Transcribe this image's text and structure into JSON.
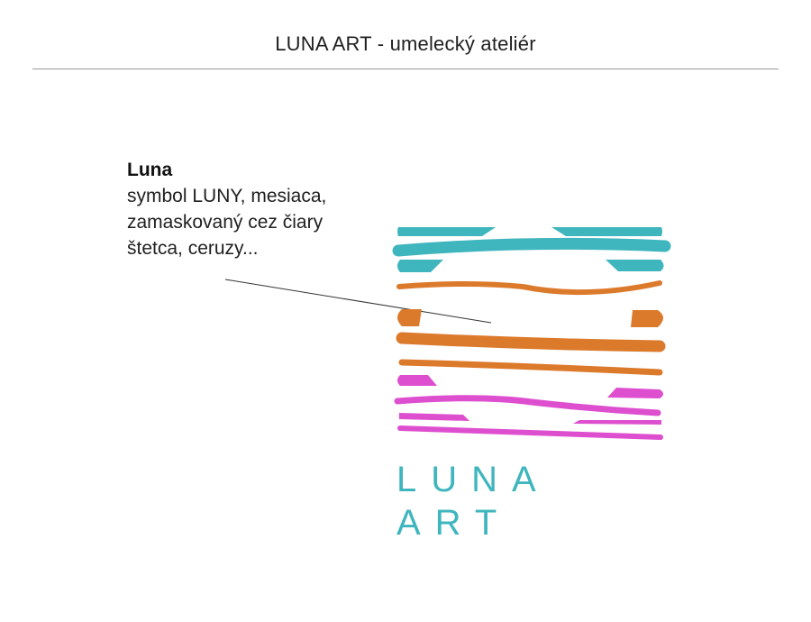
{
  "page": {
    "title": "LUNA ART - umelecký ateliér"
  },
  "annotation": {
    "heading": "Luna",
    "lines": [
      "symbol LUNY, mesiaca,",
      "zamaskovaný cez čiary",
      "štetca, ceruzy..."
    ]
  },
  "logo": {
    "wordmark": "LUNA ART",
    "colors": {
      "teal": "#3fb5be",
      "orange": "#dc7a2c",
      "magenta": "#dd4fcf"
    }
  }
}
